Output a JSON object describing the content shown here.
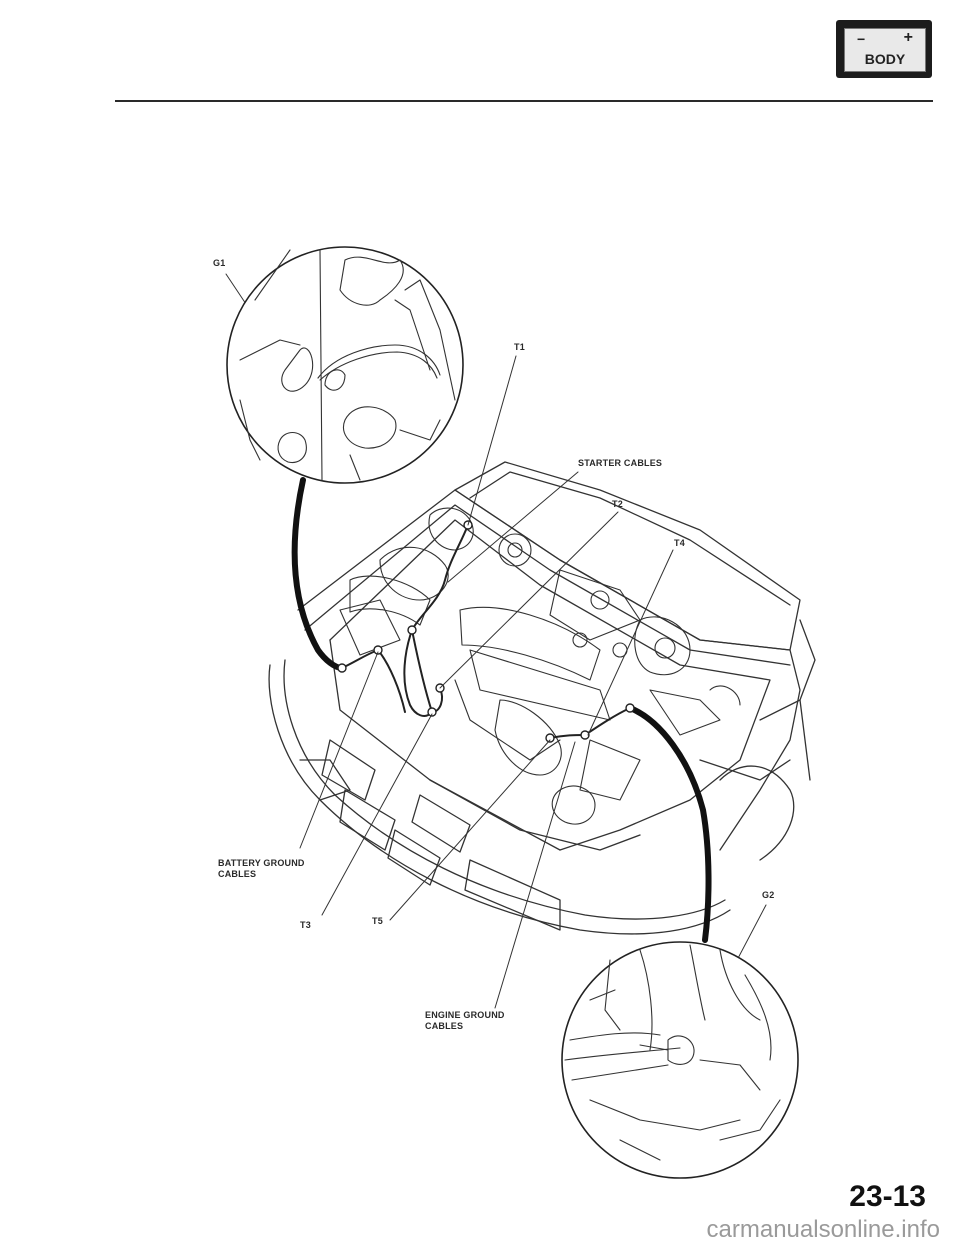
{
  "header": {
    "badge": {
      "minus": "−",
      "plus": "+",
      "label": "BODY",
      "icon": "battery-body-icon"
    }
  },
  "callouts": {
    "g1": "G1",
    "t1": "T1",
    "starter_cables": "STARTER CABLES",
    "t2": "T2",
    "t4": "T4",
    "battery_ground_cables_1": "BATTERY GROUND",
    "battery_ground_cables_2": "CABLES",
    "t3": "T3",
    "t5": "T5",
    "g2": "G2",
    "engine_ground_cables_1": "ENGINE GROUND",
    "engine_ground_cables_2": "CABLES"
  },
  "footer": {
    "page_number": "23-13",
    "watermark": "carmanualsonline.info"
  }
}
